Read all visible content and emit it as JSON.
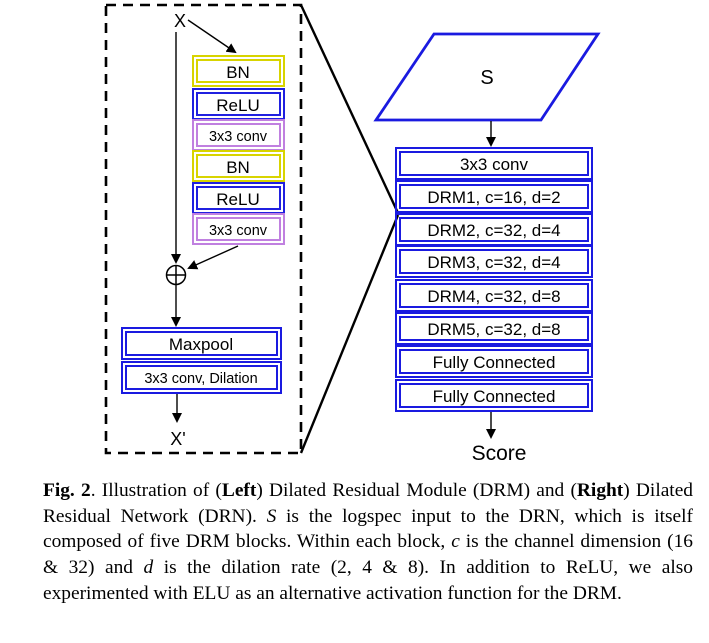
{
  "left_module": {
    "input_label": "X",
    "output_label": "X'",
    "sum_symbol": "+",
    "blocks": [
      {
        "text": "BN",
        "kind": "bn"
      },
      {
        "text": "ReLU",
        "kind": "relu"
      },
      {
        "text": "3x3 conv",
        "kind": "conv"
      },
      {
        "text": "BN",
        "kind": "bn"
      },
      {
        "text": "ReLU",
        "kind": "relu"
      },
      {
        "text": "3x3 conv",
        "kind": "conv"
      }
    ],
    "bottom_blocks": [
      {
        "text": "Maxpool"
      },
      {
        "text": "3x3 conv, Dilation"
      }
    ]
  },
  "right_network": {
    "input_label": "S",
    "output_label": "Score",
    "layers": [
      "3x3 conv",
      "DRM1, c=16, d=2",
      "DRM2, c=32, d=4",
      "DRM3, c=32, d=4",
      "DRM4, c=32, d=8",
      "DRM5, c=32, d=8",
      "Fully Connected",
      "Fully Connected"
    ]
  },
  "colors": {
    "bn": "#d8d400",
    "relu": "#2020e0",
    "conv": "#c080e0",
    "network": "#1a1ae0",
    "line": "#000000"
  },
  "caption": {
    "fig_label": "Fig. 2",
    "s1": ". Illustration of (",
    "left_word": "Left",
    "s2": ") Dilated Residual Module (DRM) and (",
    "right_word": "Right",
    "s3": ") Dilated Residual Network (DRN). ",
    "var_s": "S",
    "s4": " is the logspec input to the DRN, which is itself composed of five DRM blocks. Within each block, ",
    "var_c": "c",
    "s5": " is the channel dimension (16 & 32) and ",
    "var_d": "d",
    "s6": " is the dilation rate (2, 4 & 8). In addition to ReLU, we also experimented with ELU as an alternative activation function for the DRM."
  }
}
